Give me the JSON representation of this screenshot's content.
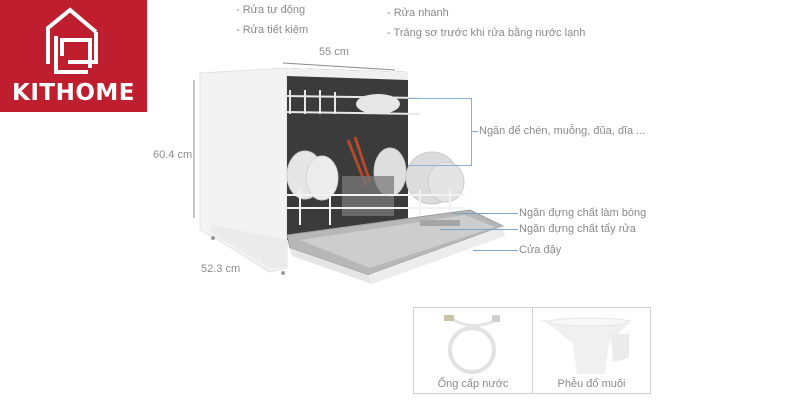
{
  "brand": {
    "name": "KITHOME",
    "color": "#be1e2d",
    "icon": "house-logo-icon"
  },
  "features": {
    "left": [
      "- Rửa tự động",
      "- Rửa tiết kiệm"
    ],
    "right": [
      "- Rửa nhanh",
      "- Tráng sơ trước khi rửa bằng nước lạnh"
    ]
  },
  "dimensions": {
    "width": "55 cm",
    "height": "60.4 cm",
    "depth": "52.3 cm"
  },
  "callouts": {
    "rack": "Ngăn để chén, muỗng, đũa, dĩa ...",
    "rinse_aid": "Ngăn đựng chất làm bóng",
    "detergent": "Ngăn đựng chất tẩy rửa",
    "door": "Cửa đậy"
  },
  "accessories": [
    {
      "label": "Ống cấp nước",
      "icon": "water-hose-icon"
    },
    {
      "label": "Phễu đổ muối",
      "icon": "salt-funnel-icon"
    }
  ],
  "colors": {
    "accent_line": "#7ea3c6",
    "text": "#8a8a8a"
  }
}
